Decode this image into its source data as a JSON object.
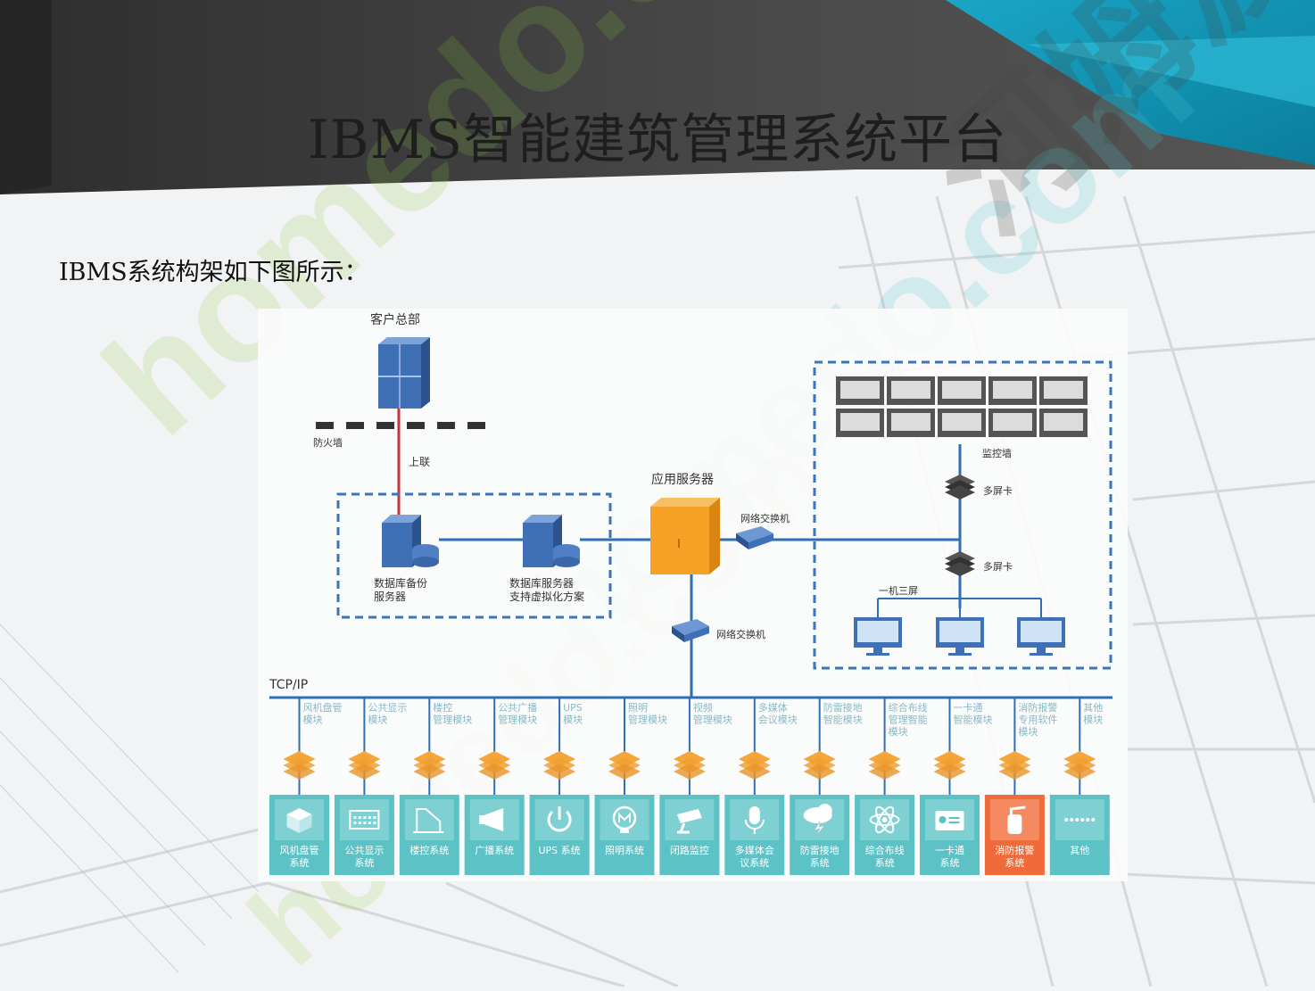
{
  "slide": {
    "title": "IBMS智能建筑管理系统平台",
    "subtitle": "IBMS系统构架如下图所示："
  },
  "watermark": {
    "text_1": "homedo.com",
    "text_2": "河姆渡"
  },
  "colors": {
    "accent_blue": "#2f6fb6",
    "server_blue": "#3f6fb5",
    "app_server": "#f4a125",
    "uplink_red": "#c8323b",
    "module_teal": "#5cc2c6",
    "fire_module": "#f06a3a",
    "teal_bar": "#13a1bd"
  },
  "diagram": {
    "hq_label": "客户总部",
    "firewall_label": "防火墙",
    "uplink_label": "上联",
    "app_server_label": "应用服务器",
    "switch_label_1": "网络交换机",
    "switch_label_2": "网络交换机",
    "db_backup_label_1": "数据库备份",
    "db_backup_label_2": "服务器",
    "db_server_label_1": "数据库服务器",
    "db_server_label_2": "支持虚拟化方案",
    "monitor_wall_label": "监控墙",
    "multiscreen_label_1": "多屏卡",
    "multiscreen_label_2": "多屏卡",
    "one_three_label": "一机三屏",
    "tcpip_label": "TCP/IP",
    "modules": [
      {
        "top": [
          "风机盘管",
          "模块"
        ],
        "bottom": [
          "风机盘管",
          "系统"
        ],
        "icon": "box-icon"
      },
      {
        "top": [
          "公共显示",
          "模块"
        ],
        "bottom": [
          "公共显示",
          "系统"
        ],
        "icon": "display-icon"
      },
      {
        "top": [
          "楼控",
          "管理模块"
        ],
        "bottom": [
          "楼控系统"
        ],
        "icon": "building-icon"
      },
      {
        "top": [
          "公共广播",
          "管理模块"
        ],
        "bottom": [
          "广播系统"
        ],
        "icon": "megaphone-icon"
      },
      {
        "top": [
          "UPS",
          "模块"
        ],
        "bottom": [
          "UPS 系统"
        ],
        "icon": "power-icon"
      },
      {
        "top": [
          "照明",
          "管理模块"
        ],
        "bottom": [
          "照明系统"
        ],
        "icon": "lamp-icon"
      },
      {
        "top": [
          "视频",
          "管理模块"
        ],
        "bottom": [
          "闭路监控"
        ],
        "icon": "camera-icon"
      },
      {
        "top": [
          "多媒体",
          "会议模块"
        ],
        "bottom": [
          "多媒体会",
          "议系统"
        ],
        "icon": "microphone-icon"
      },
      {
        "top": [
          "防雷接地",
          "智能模块"
        ],
        "bottom": [
          "防雷接地",
          "系统"
        ],
        "icon": "lightning-cloud-icon"
      },
      {
        "top": [
          "综合布线",
          "管理智能",
          "模块"
        ],
        "bottom": [
          "综合布线",
          "系统"
        ],
        "icon": "atom-icon"
      },
      {
        "top": [
          "一卡通",
          "智能模块"
        ],
        "bottom": [
          "一卡通",
          "系统"
        ],
        "icon": "card-icon"
      },
      {
        "top": [
          "消防报警",
          "专用软件",
          "模块"
        ],
        "bottom": [
          "消防报警",
          "系统"
        ],
        "icon": "extinguisher-icon"
      },
      {
        "top": [
          "其他",
          "模块"
        ],
        "bottom": [
          "其他"
        ],
        "icon": "dots-icon"
      }
    ]
  }
}
